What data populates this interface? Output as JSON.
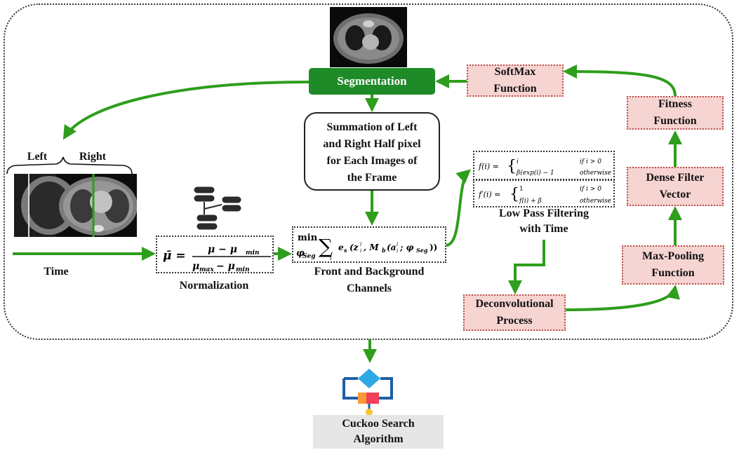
{
  "segmentation_label": "Segmentation",
  "summation_label": [
    "Summation of Left",
    "and Right Half pixel",
    "for Each Images of",
    "the Frame"
  ],
  "softmax_label": [
    "SoftMax",
    "Function"
  ],
  "fitness_label": [
    "Fitness",
    "Function"
  ],
  "dense_label": [
    "Dense Filter",
    "Vector"
  ],
  "maxpool_label": [
    "Max-Pooling",
    "Function"
  ],
  "deconv_label": [
    "Deconvolutional",
    "Process"
  ],
  "lowpass_label": [
    "Low Pass Filtering",
    "with Time"
  ],
  "left_label": "Left",
  "right_label": "Right",
  "time_label": "Time",
  "normalization_label": "Normalization",
  "front_bg_label": [
    "Front and Background",
    "Channels"
  ],
  "cuckoo_label": [
    "Cuckoo Search",
    "Algorithm"
  ],
  "colors": {
    "green": "#2e9e1c",
    "dark_green": "#1e8a28",
    "pink": "#f6d4d2",
    "pink_border": "#b9524c"
  }
}
